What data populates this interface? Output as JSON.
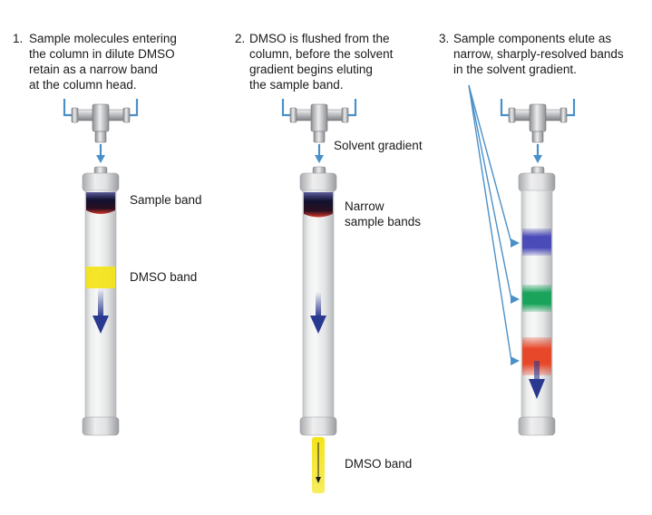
{
  "steps": [
    {
      "number": "1.",
      "caption": [
        "Sample molecules entering",
        "the column in dilute DMSO",
        "retain as a narrow band",
        "at the column head."
      ],
      "labels": {
        "band_top": "Sample band",
        "band_mid": "DMSO band"
      }
    },
    {
      "number": "2.",
      "caption": [
        "DMSO is flushed from the",
        "column, before the solvent",
        "gradient begins eluting",
        "the sample band."
      ],
      "labels": {
        "solvent": "Solvent gradient",
        "narrow": [
          "Narrow",
          "sample bands"
        ],
        "dmso_out": "DMSO band"
      }
    },
    {
      "number": "3.",
      "caption": [
        "Sample components elute as",
        "narrow, sharply-resolved bands",
        "in the solvent gradient."
      ]
    }
  ],
  "colors": {
    "fitting_line": "#4a90c8",
    "flow_arrow": "#2a3990",
    "dmso": "#f4e41c",
    "band_blue": "#4a4ab8",
    "band_green": "#1aa35a",
    "band_red": "#e8482a",
    "sample_band_dark": "#1a1a40",
    "sample_band_red": "#d8382a"
  }
}
